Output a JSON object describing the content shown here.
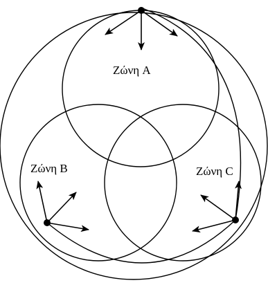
{
  "zones": [
    {
      "id": "a",
      "label": "Ζώνη A"
    },
    {
      "id": "b",
      "label": "Ζώνη B"
    },
    {
      "id": "c",
      "label": "Ζώνη C"
    }
  ],
  "colors": {
    "stroke": "#000000",
    "background": "#ffffff"
  }
}
